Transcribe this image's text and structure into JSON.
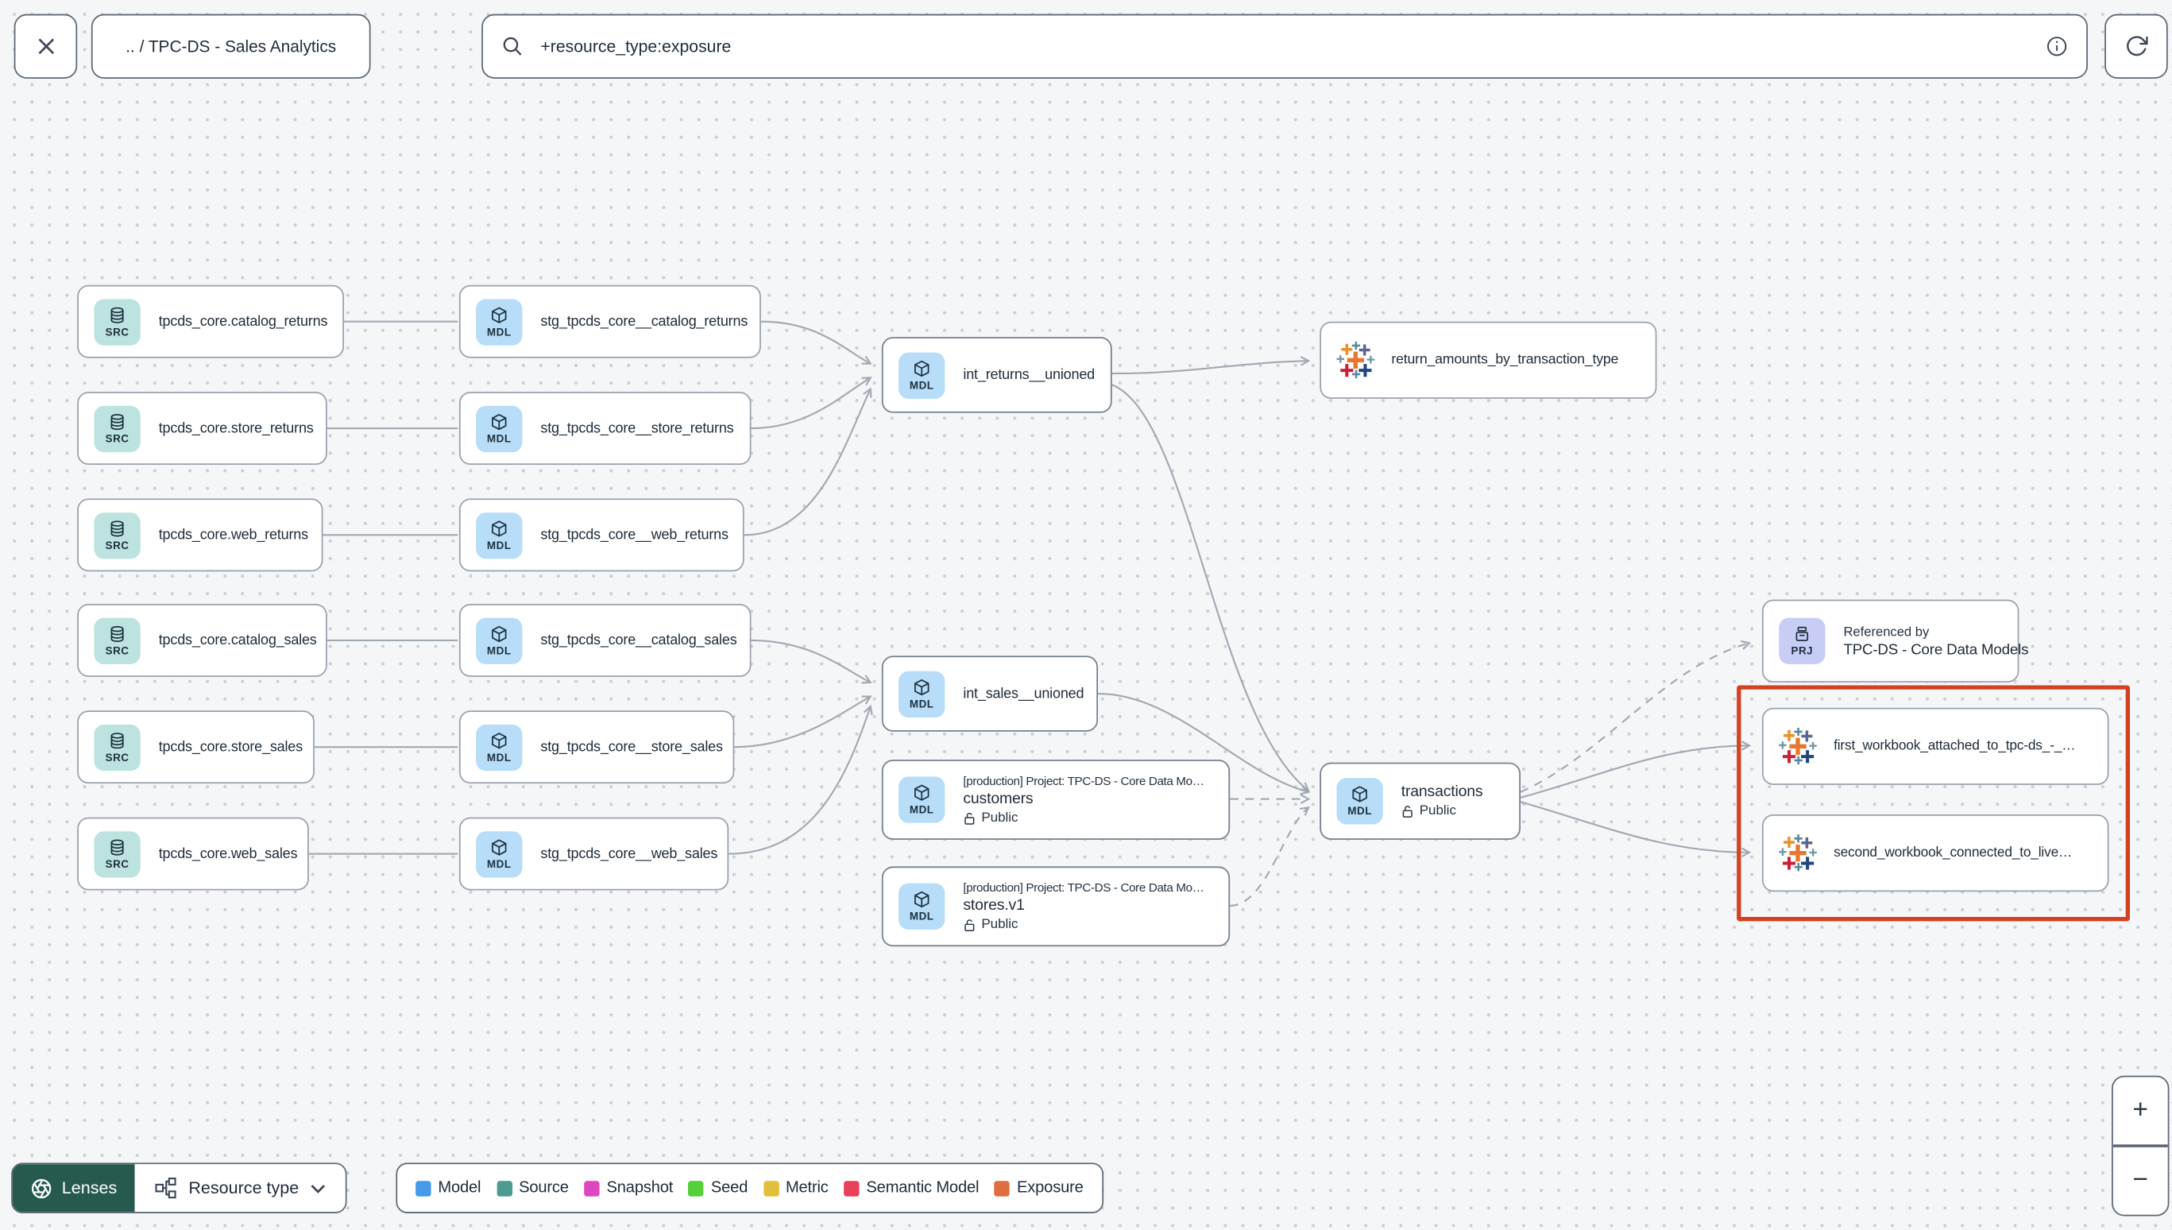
{
  "header": {
    "breadcrumb": ".. / TPC-DS - Sales Analytics",
    "search_value": "+resource_type:exposure"
  },
  "badges": {
    "source": "SRC",
    "model": "MDL",
    "project": "PRJ"
  },
  "nodes": {
    "src_catalog_returns": {
      "label": "tpcds_core.catalog_returns"
    },
    "src_store_returns": {
      "label": "tpcds_core.store_returns"
    },
    "src_web_returns": {
      "label": "tpcds_core.web_returns"
    },
    "src_catalog_sales": {
      "label": "tpcds_core.catalog_sales"
    },
    "src_store_sales": {
      "label": "tpcds_core.store_sales"
    },
    "src_web_sales": {
      "label": "tpcds_core.web_sales"
    },
    "stg_catalog_returns": {
      "label": "stg_tpcds_core__catalog_returns"
    },
    "stg_store_returns": {
      "label": "stg_tpcds_core__store_returns"
    },
    "stg_web_returns": {
      "label": "stg_tpcds_core__web_returns"
    },
    "stg_catalog_sales": {
      "label": "stg_tpcds_core__catalog_sales"
    },
    "stg_store_sales": {
      "label": "stg_tpcds_core__store_sales"
    },
    "stg_web_sales": {
      "label": "stg_tpcds_core__web_sales"
    },
    "int_returns_unioned": {
      "label": "int_returns__unioned"
    },
    "int_sales_unioned": {
      "label": "int_sales__unioned"
    },
    "exposure_return_amounts": {
      "label": "return_amounts_by_transaction_type"
    },
    "customers": {
      "project": "[production] Project: TPC-DS - Core Data Mo…",
      "label": "customers",
      "access": "Public"
    },
    "stores": {
      "project": "[production] Project: TPC-DS - Core Data Mo…",
      "label": "stores.v1",
      "access": "Public"
    },
    "transactions": {
      "label": "transactions",
      "access": "Public"
    },
    "referenced_by": {
      "title": "Referenced by",
      "label": "TPC-DS - Core Data Models"
    },
    "first_workbook": {
      "label": "first_workbook_attached_to_tpc-ds_-_…"
    },
    "second_workbook": {
      "label": "second_workbook_connected_to_live…"
    }
  },
  "edges": [
    {
      "from": "tpcds_core.catalog_returns",
      "to": "stg_tpcds_core__catalog_returns",
      "style": "solid"
    },
    {
      "from": "tpcds_core.store_returns",
      "to": "stg_tpcds_core__store_returns",
      "style": "solid"
    },
    {
      "from": "tpcds_core.web_returns",
      "to": "stg_tpcds_core__web_returns",
      "style": "solid"
    },
    {
      "from": "tpcds_core.catalog_sales",
      "to": "stg_tpcds_core__catalog_sales",
      "style": "solid"
    },
    {
      "from": "tpcds_core.store_sales",
      "to": "stg_tpcds_core__store_sales",
      "style": "solid"
    },
    {
      "from": "tpcds_core.web_sales",
      "to": "stg_tpcds_core__web_sales",
      "style": "solid"
    },
    {
      "from": "stg_tpcds_core__catalog_returns",
      "to": "int_returns__unioned",
      "style": "solid"
    },
    {
      "from": "stg_tpcds_core__store_returns",
      "to": "int_returns__unioned",
      "style": "solid"
    },
    {
      "from": "stg_tpcds_core__web_returns",
      "to": "int_returns__unioned",
      "style": "solid"
    },
    {
      "from": "stg_tpcds_core__catalog_sales",
      "to": "int_sales__unioned",
      "style": "solid"
    },
    {
      "from": "stg_tpcds_core__store_sales",
      "to": "int_sales__unioned",
      "style": "solid"
    },
    {
      "from": "stg_tpcds_core__web_sales",
      "to": "int_sales__unioned",
      "style": "solid"
    },
    {
      "from": "int_returns__unioned",
      "to": "return_amounts_by_transaction_type",
      "style": "solid"
    },
    {
      "from": "int_returns__unioned",
      "to": "transactions",
      "style": "solid"
    },
    {
      "from": "int_sales__unioned",
      "to": "transactions",
      "style": "solid"
    },
    {
      "from": "customers",
      "to": "transactions",
      "style": "dashed"
    },
    {
      "from": "stores.v1",
      "to": "transactions",
      "style": "dashed"
    },
    {
      "from": "transactions",
      "to": "TPC-DS - Core Data Models",
      "style": "dashed"
    },
    {
      "from": "transactions",
      "to": "first_workbook_attached_to_tpc-ds_-_…",
      "style": "solid"
    },
    {
      "from": "transactions",
      "to": "second_workbook_connected_to_live…",
      "style": "solid"
    }
  ],
  "footer": {
    "lenses_label": "Lenses",
    "resource_type_label": "Resource type",
    "legend": [
      {
        "label": "Model",
        "color": "#459be8"
      },
      {
        "label": "Source",
        "color": "#4d9a90"
      },
      {
        "label": "Snapshot",
        "color": "#df47c0"
      },
      {
        "label": "Seed",
        "color": "#55cf3a"
      },
      {
        "label": "Metric",
        "color": "#e2bf3a"
      },
      {
        "label": "Semantic Model",
        "color": "#e8415a"
      },
      {
        "label": "Exposure",
        "color": "#e06d3d"
      }
    ]
  },
  "zoom_controls": {
    "zoom_in": "+",
    "zoom_out": "−"
  },
  "colors": {
    "highlight_box": "#d14122",
    "lenses_green": "#265a4f",
    "source_badge_bg": "#bce3df",
    "model_badge_bg": "#b7ddf8",
    "project_badge_bg": "#c8cdf5",
    "edge": "#a0a8b2"
  }
}
